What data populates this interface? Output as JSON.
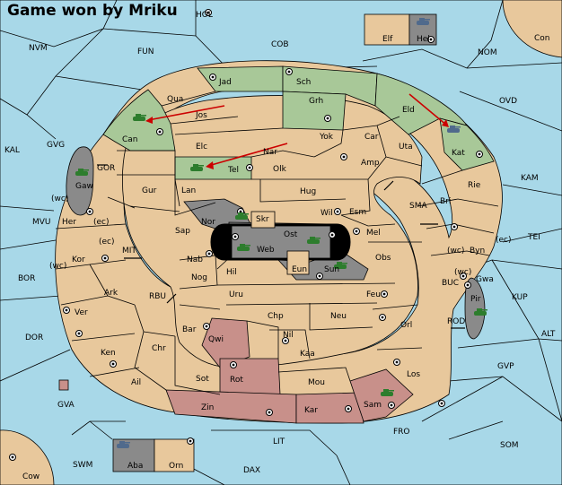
{
  "banner": "Game won by Mriku",
  "colors": {
    "sea": "#a8d8e8",
    "neutral_land": "#e8c89c",
    "green_player": "#a8c898",
    "red_player": "#c8908a",
    "grey_player": "#8a8a8a",
    "move_arrow": "#cc0000"
  },
  "regions": {
    "nvm": "NVM",
    "fun": "FUN",
    "hol": "HOL",
    "cob": "COB",
    "elf": "Elf",
    "hel": "Hel",
    "con": "Con",
    "nom": "NOM",
    "ovd": "OVD",
    "kal": "KAL",
    "gvg": "GVG",
    "jad": "Jad",
    "sch": "Sch",
    "qua": "Qua",
    "jos": "Jos",
    "grh": "Grh",
    "can": "Can",
    "eld": "Eld",
    "elc": "Elc",
    "yok": "Yok",
    "car": "Car",
    "uta": "Uta",
    "nar": "Nar",
    "kat": "Kat",
    "gor": "GOR",
    "tel": "Tel",
    "olk": "Olk",
    "amp": "Amp",
    "kam": "KAM",
    "gaw": "Gaw",
    "gur": "Gur",
    "lan": "Lan",
    "hug": "Hug",
    "rie": "Rie",
    "bri": "Bri",
    "wc1": "(wc)",
    "sma": "SMA",
    "esm": "Esm",
    "wil": "Wil",
    "mvu": "MVU",
    "her": "Her",
    "ec1": "(ec)",
    "nor": "Nor",
    "skr": "Skr",
    "tei": "TEI",
    "ec2": "(ec)",
    "sap": "Sap",
    "ost": "Ost",
    "mel": "Mel",
    "ec3": "(ec)",
    "wc2": "(wc)",
    "byn": "Byn",
    "mit": "MIT",
    "web": "Web",
    "kor": "Kor",
    "nab": "Nab",
    "eun": "Eun",
    "obs": "Obs",
    "wc3": "(wc)",
    "wc4": "(wc)",
    "gwa": "Gwa",
    "sun": "Sun",
    "hil": "Hil",
    "bor": "BOR",
    "ark": "Ark",
    "nog": "Nog",
    "buc": "BUC",
    "kup": "KUP",
    "rbu": "RBU",
    "uru": "Uru",
    "feu": "Feu",
    "pir": "Pir",
    "ver": "Ver",
    "chp": "Chp",
    "neu": "Neu",
    "orl": "Orl",
    "rod": "ROD",
    "bar": "Bar",
    "alt": "ALT",
    "dor": "DOR",
    "qwi": "Qwi",
    "nil": "Nil",
    "ken": "Ken",
    "chr": "Chr",
    "kaa": "Kaa",
    "gvp": "GVP",
    "sot": "Sot",
    "rot": "Rot",
    "los": "Los",
    "ail": "Ail",
    "mou": "Mou",
    "gva": "GVA",
    "sam": "Sam",
    "zin": "Zin",
    "kar": "Kar",
    "fro": "FRO",
    "lit": "LIT",
    "som": "SOM",
    "swm": "SWM",
    "aba": "Aba",
    "orn": "Orn",
    "dax": "DAX",
    "cow": "Cow"
  }
}
